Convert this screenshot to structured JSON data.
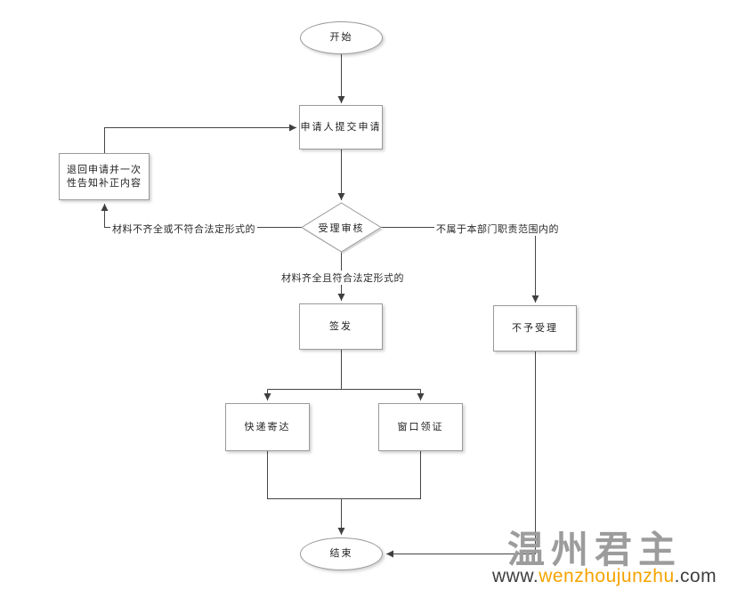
{
  "flowchart": {
    "nodes": {
      "start": {
        "label": "开始"
      },
      "submit": {
        "label": "申请人提交申请"
      },
      "review": {
        "label": "受理审核"
      },
      "return_notice": {
        "label_line1": "退回申请并一次",
        "label_line2": "性告知补正内容"
      },
      "reject": {
        "label": "不予受理"
      },
      "issue": {
        "label": "签发"
      },
      "express": {
        "label": "快递寄达"
      },
      "window": {
        "label": "窗口领证"
      },
      "end": {
        "label": "结束"
      }
    },
    "edge_labels": {
      "incomplete": "材料不齐全或不符合法定形式的",
      "out_of_scope": "不属于本部门职责范围内的",
      "complete": "材料齐全且符合法定形式的"
    }
  },
  "watermark": {
    "brand": "温州君主",
    "url_prefix": "www.",
    "url_domain": "wenzhoujunzhu",
    "url_suffix": ".com",
    "colors": {
      "brand": "#9c9c9c",
      "url_domain": "#f5a300",
      "url_text": "#3f3f3f"
    }
  }
}
